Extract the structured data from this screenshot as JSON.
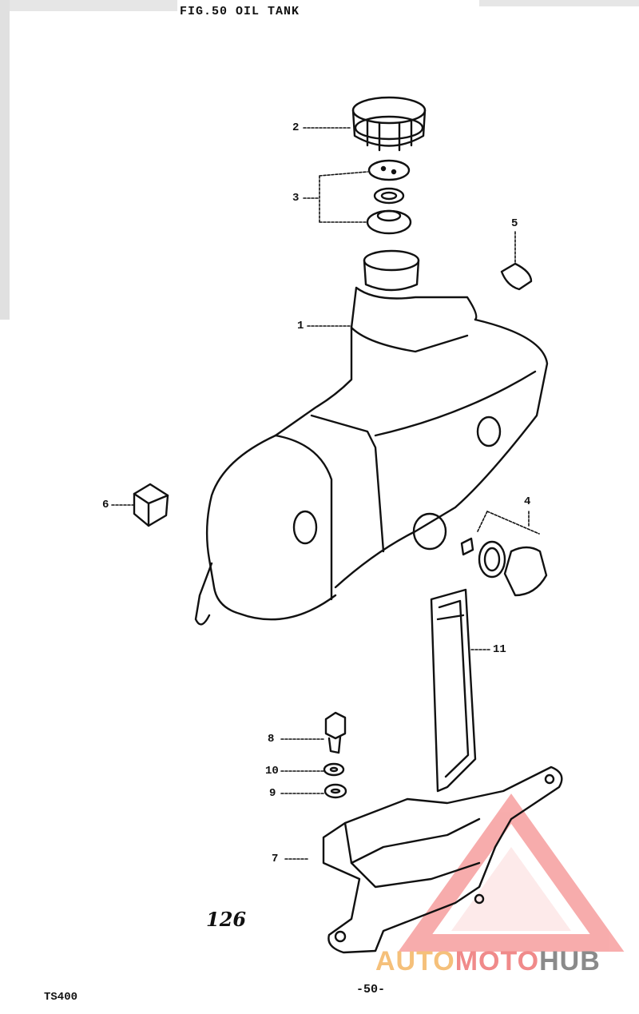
{
  "title": "FIG.50 OIL TANK",
  "figure_number": "126",
  "page_number": "-50-",
  "model": "TS400",
  "watermark": {
    "part1": "AUTO",
    "part2": "MOTO",
    "part3": "HUB",
    "colors": [
      "#f5c07a",
      "#f08a8a",
      "#8a8a8a"
    ]
  },
  "callouts": [
    "1",
    "2",
    "3",
    "4",
    "5",
    "6",
    "7",
    "8",
    "9",
    "10",
    "11"
  ]
}
